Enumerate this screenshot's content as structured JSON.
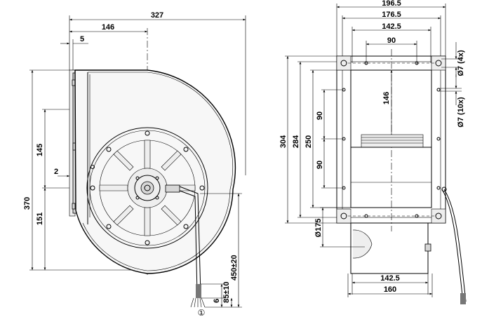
{
  "front_view": {
    "overall_width": "327",
    "width_to_center": "146",
    "flange_offset": "5",
    "upper_height": "145",
    "overall_height": "370",
    "lower_height": "151",
    "gap": "2",
    "cable_dim_small": "6",
    "cable_dim_strip": "85±10",
    "cable_length": "450±20",
    "cable_marker": "①"
  },
  "side_view": {
    "outer_width": "196.5",
    "flange_width": "176.5",
    "hole_spacing_top": "142.5",
    "inner_spacing": "90",
    "mount_holes_top": "Ø7 (4x)",
    "overall_height": "304",
    "flange_height": "284",
    "housing_height": "250",
    "hole_pitch_upper": "90",
    "center_height": "146",
    "hole_pitch_lower": "90",
    "mount_holes_side": "Ø7 (10x)",
    "inlet_diameter": "Ø175",
    "bottom_hole_spacing": "142.5",
    "bottom_width": "160"
  }
}
